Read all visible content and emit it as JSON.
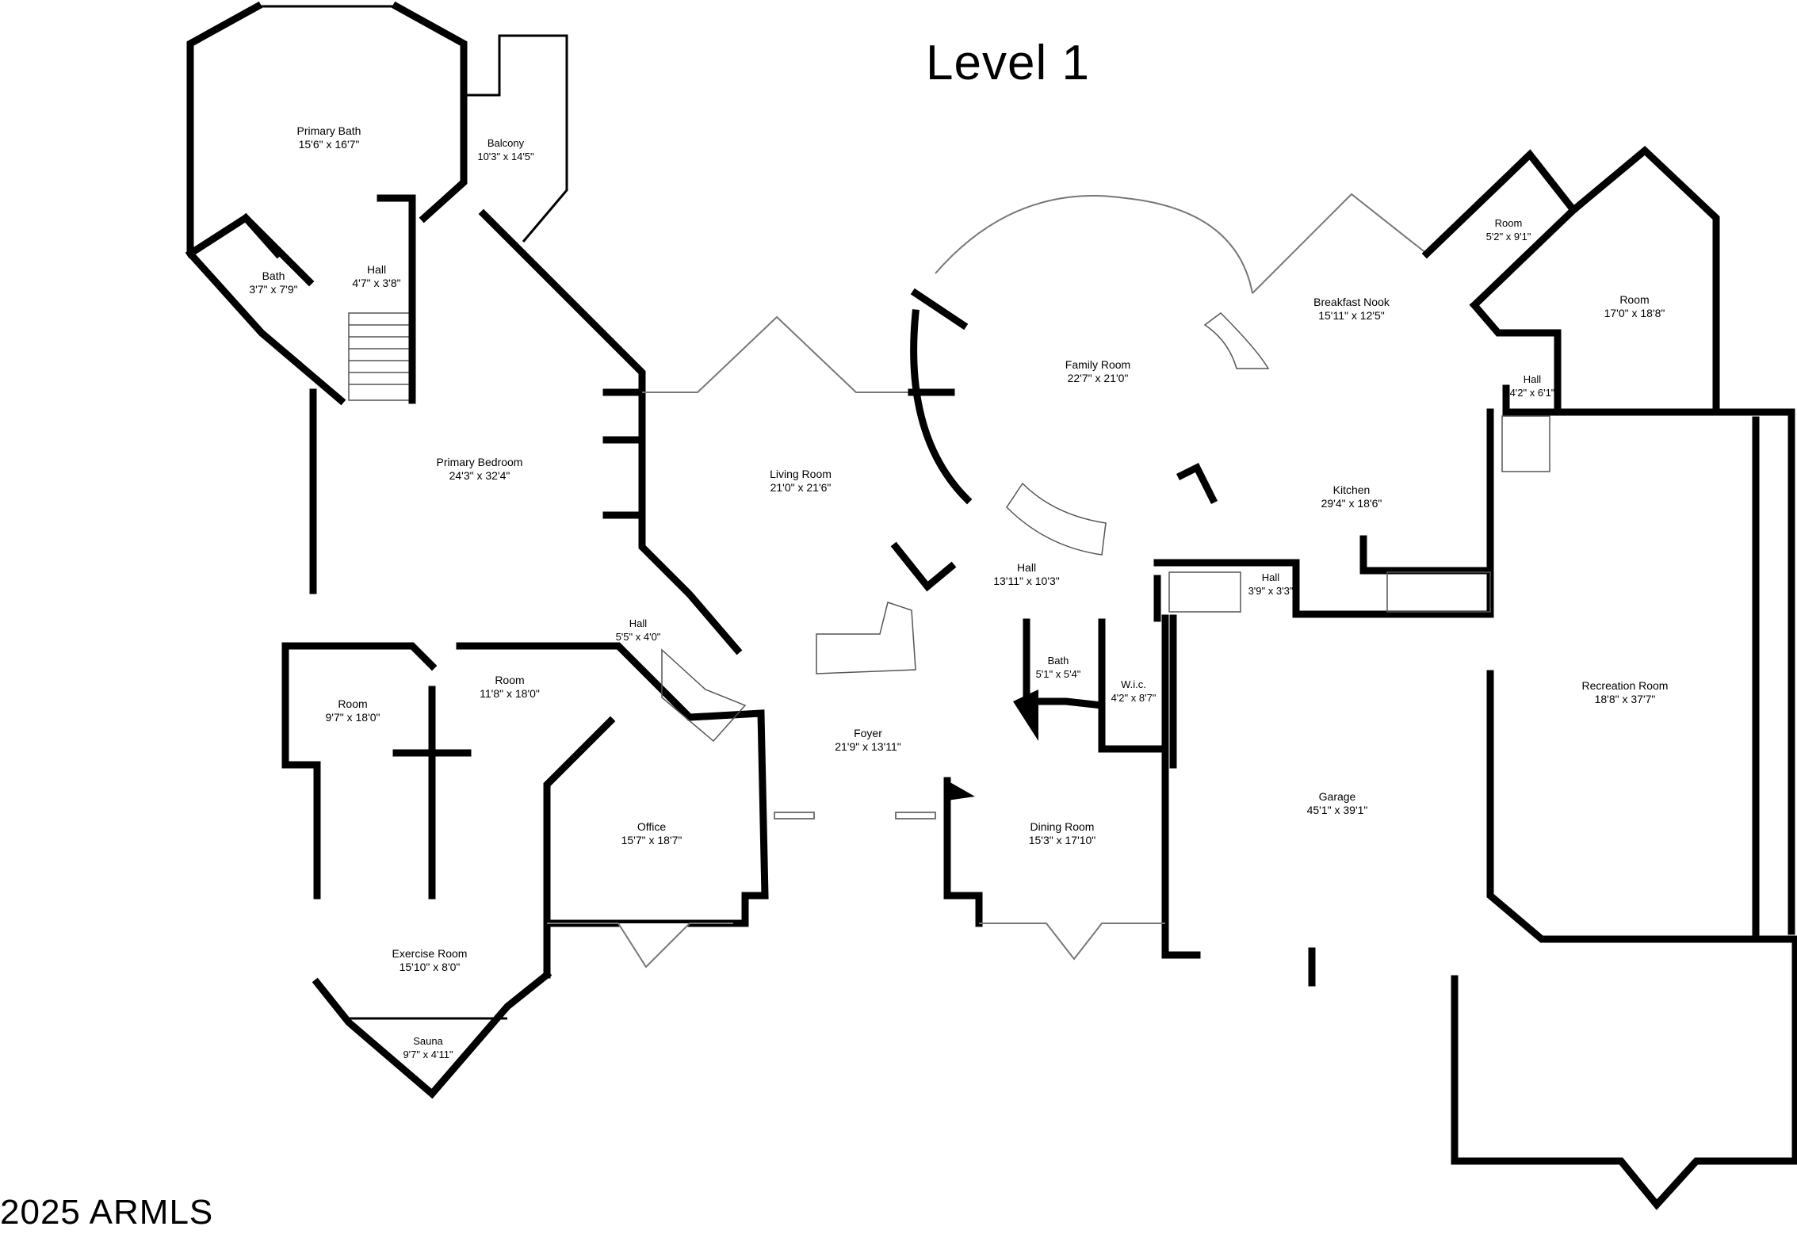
{
  "title": "Level 1",
  "copyright": "2025 ARMLS",
  "rooms": {
    "primary_bath": {
      "name": "Primary Bath",
      "dim": "15'6\" x 16'7\""
    },
    "balcony": {
      "name": "Balcony",
      "dim": "10'3\" x 14'5\""
    },
    "bath_upper": {
      "name": "Bath",
      "dim": "3'7\" x 7'9\""
    },
    "hall_upper": {
      "name": "Hall",
      "dim": "4'7\" x 3'8\""
    },
    "primary_bedroom": {
      "name": "Primary Bedroom",
      "dim": "24'3\" x 32'4\""
    },
    "living_room": {
      "name": "Living Room",
      "dim": "21'0\" x 21'6\""
    },
    "family_room": {
      "name": "Family Room",
      "dim": "22'7\" x 21'0\""
    },
    "breakfast_nook": {
      "name": "Breakfast Nook",
      "dim": "15'11\" x 12'5\""
    },
    "room_small": {
      "name": "Room",
      "dim": "5'2\" x 9'1\""
    },
    "room_right": {
      "name": "Room",
      "dim": "17'0\" x 18'8\""
    },
    "hall_right": {
      "name": "Hall",
      "dim": "4'2\" x 6'1\""
    },
    "kitchen": {
      "name": "Kitchen",
      "dim": "29'4\" x 18'6\""
    },
    "hall_center": {
      "name": "Hall",
      "dim": "13'11\" x 10'3\""
    },
    "hall_mid": {
      "name": "Hall",
      "dim": "3'9\" x 3'3\""
    },
    "hall_left": {
      "name": "Hall",
      "dim": "5'5\" x 4'0\""
    },
    "room_left": {
      "name": "Room",
      "dim": "9'7\" x 18'0\""
    },
    "room_mid_left": {
      "name": "Room",
      "dim": "11'8\" x 18'0\""
    },
    "bath_lower": {
      "name": "Bath",
      "dim": "5'1\" x 5'4\""
    },
    "wic": {
      "name": "W.i.c.",
      "dim": "4'2\" x 8'7\""
    },
    "recreation_room": {
      "name": "Recreation Room",
      "dim": "18'8\" x 37'7\""
    },
    "foyer": {
      "name": "Foyer",
      "dim": "21'9\" x 13'11\""
    },
    "garage": {
      "name": "Garage",
      "dim": "45'1\" x 39'1\""
    },
    "office": {
      "name": "Office",
      "dim": "15'7\" x 18'7\""
    },
    "dining_room": {
      "name": "Dining Room",
      "dim": "15'3\" x 17'10\""
    },
    "exercise_room": {
      "name": "Exercise Room",
      "dim": "15'10\" x 8'0\""
    },
    "sauna": {
      "name": "Sauna",
      "dim": "9'7\" x 4'11\""
    }
  }
}
